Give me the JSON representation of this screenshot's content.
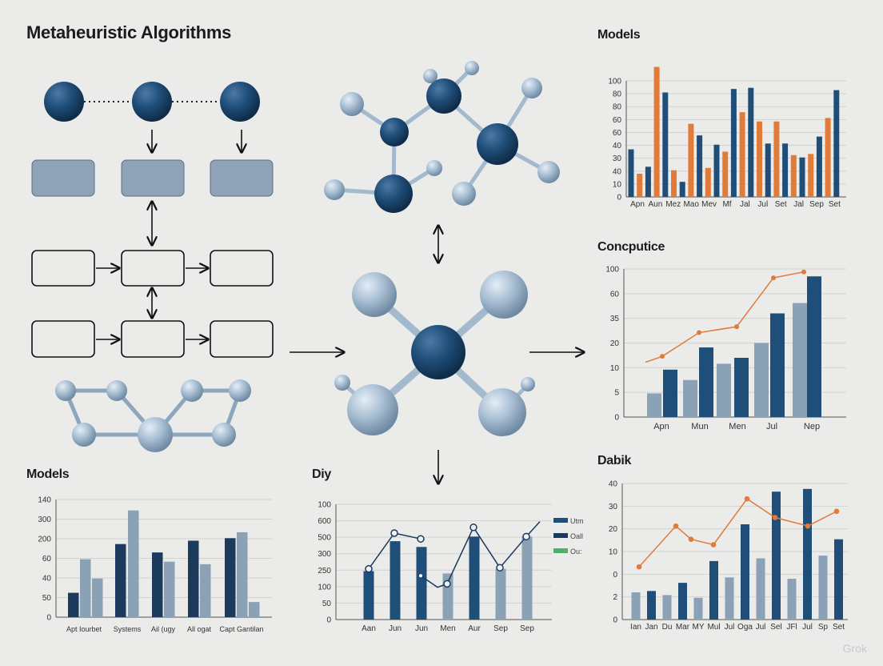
{
  "title": "Metaheuristic Algorithms",
  "watermark": "Grok",
  "colors": {
    "background": "#ebebe9",
    "dark_blue": "#1f4e79",
    "navy": "#1c3a5c",
    "light_blue_gray": "#8ba1b5",
    "orange": "#e07b39",
    "green": "#4caf6a",
    "sphere_light": "#a9bfd3"
  },
  "chart_data": [
    {
      "id": "top-right",
      "type": "bar",
      "title": "Models",
      "y_tick_labels": [
        "100",
        "80",
        "80",
        "60",
        "60",
        "40",
        "30",
        "40",
        "10",
        "0"
      ],
      "categories": [
        "Apn",
        "Aun",
        "Mez",
        "Mao",
        "Mev",
        "Mf",
        "Jal",
        "Jul",
        "Set",
        "Jal",
        "Sep",
        "Set"
      ],
      "bar_colors": [
        "dark_blue",
        "orange",
        "dark_blue",
        "orange",
        "dark_blue",
        "orange",
        "dark_blue",
        "orange",
        "dark_blue",
        "orange",
        "dark_blue",
        "orange",
        "dark_blue",
        "orange",
        "dark_blue",
        "orange",
        "dark_blue",
        "orange",
        "dark_blue",
        "orange",
        "dark_blue",
        "orange",
        "dark_blue",
        "orange",
        "dark_blue"
      ],
      "values": [
        41,
        20,
        26,
        112,
        90,
        23,
        13,
        63,
        53,
        25,
        45,
        39,
        93,
        73,
        94,
        65,
        46,
        65,
        46,
        36,
        34,
        37,
        52,
        68,
        92
      ],
      "ylim": [
        0,
        100
      ],
      "grid": true
    },
    {
      "id": "middle-right",
      "type": "bar+line",
      "title": "Concputice",
      "y_tick_labels": [
        "100",
        "60",
        "35",
        "20",
        "10",
        "5",
        "0"
      ],
      "categories": [
        "Apn",
        "Mun",
        "Men",
        "Jul",
        "Nep"
      ],
      "series": [
        {
          "color": "light_blue_gray",
          "values": [
            16,
            25,
            36,
            50,
            77
          ]
        },
        {
          "color": "dark_blue",
          "values": [
            32,
            47,
            40,
            70,
            95
          ]
        }
      ],
      "line": {
        "color": "orange",
        "values": [
          37,
          41,
          57,
          61,
          94,
          98
        ]
      },
      "ylim": [
        0,
        100
      ],
      "grid": true
    },
    {
      "id": "bottom-right",
      "type": "bar+line",
      "title": "Dabik",
      "y_tick_labels": [
        "40",
        "30",
        "20",
        "10",
        "0",
        "2",
        "0"
      ],
      "categories": [
        "Ian",
        "Jan",
        "Du",
        "Mar",
        "MY",
        "Mul",
        "Jul",
        "Oga",
        "Jul",
        "Sel",
        "JFl",
        "Jul",
        "Sp",
        "Set"
      ],
      "bar_colors": [
        "light_blue_gray",
        "dark_blue",
        "light_blue_gray",
        "dark_blue",
        "light_blue_gray",
        "dark_blue",
        "light_blue_gray",
        "dark_blue",
        "light_blue_gray",
        "dark_blue",
        "light_blue_gray",
        "dark_blue",
        "light_blue_gray",
        "dark_blue"
      ],
      "values": [
        8,
        8.4,
        7.2,
        10.8,
        6.4,
        17.2,
        12.4,
        28,
        18,
        37.6,
        12,
        38.4,
        18.8,
        23.6
      ],
      "line": {
        "color": "orange",
        "values": [
          15.5,
          27.5,
          23.6,
          22,
          35.5,
          30,
          27.5,
          31.8
        ]
      },
      "ylim": [
        0,
        40
      ],
      "grid": true
    },
    {
      "id": "bottom-left",
      "type": "bar",
      "title": "Models",
      "y_tick_labels": [
        "140",
        "300",
        "200",
        "60",
        "40",
        "50",
        "0"
      ],
      "categories": [
        "Apt Iourbet",
        "Systems",
        "Ail (ugy",
        "All ogat",
        "Capt Gantilan"
      ],
      "groups": [
        [
          {
            "color": "navy",
            "value": 29
          },
          {
            "color": "light_blue_gray",
            "value": 69
          },
          {
            "color": "light_blue_gray",
            "value": 46
          }
        ],
        [
          {
            "color": "navy",
            "value": 87
          },
          {
            "color": "light_blue_gray",
            "value": 127
          }
        ],
        [
          {
            "color": "navy",
            "value": 77
          },
          {
            "color": "light_blue_gray",
            "value": 66
          }
        ],
        [
          {
            "color": "navy",
            "value": 91
          },
          {
            "color": "light_blue_gray",
            "value": 63
          }
        ],
        [
          {
            "color": "navy",
            "value": 94
          },
          {
            "color": "light_blue_gray",
            "value": 101
          },
          {
            "color": "light_blue_gray",
            "value": 18
          }
        ]
      ],
      "ylim": [
        0,
        140
      ],
      "grid": true
    },
    {
      "id": "bottom-middle",
      "type": "bar+line",
      "title": "Diy",
      "y_tick_labels": [
        "100",
        "600",
        "500",
        "300",
        "250",
        "100",
        "50",
        "0"
      ],
      "categories": [
        "Aan",
        "Jun",
        "Jun",
        "Men",
        "Aur",
        "Sep",
        "Sep"
      ],
      "bar_colors": [
        "dark_blue",
        "dark_blue",
        "dark_blue",
        "light_blue_gray",
        "dark_blue",
        "light_blue_gray",
        "light_blue_gray"
      ],
      "values": [
        42,
        68,
        63,
        40,
        72,
        44,
        72
      ],
      "line": {
        "color": "navy",
        "values": [
          44,
          75,
          70,
          38,
          31,
          80,
          45,
          72,
          85
        ]
      },
      "legend": [
        {
          "label": "Utm",
          "color": "dark_blue"
        },
        {
          "label": "Oall",
          "color": "navy"
        },
        {
          "label": "Ou:",
          "color": "green"
        }
      ],
      "ylim": [
        0,
        100
      ],
      "grid": true
    }
  ]
}
